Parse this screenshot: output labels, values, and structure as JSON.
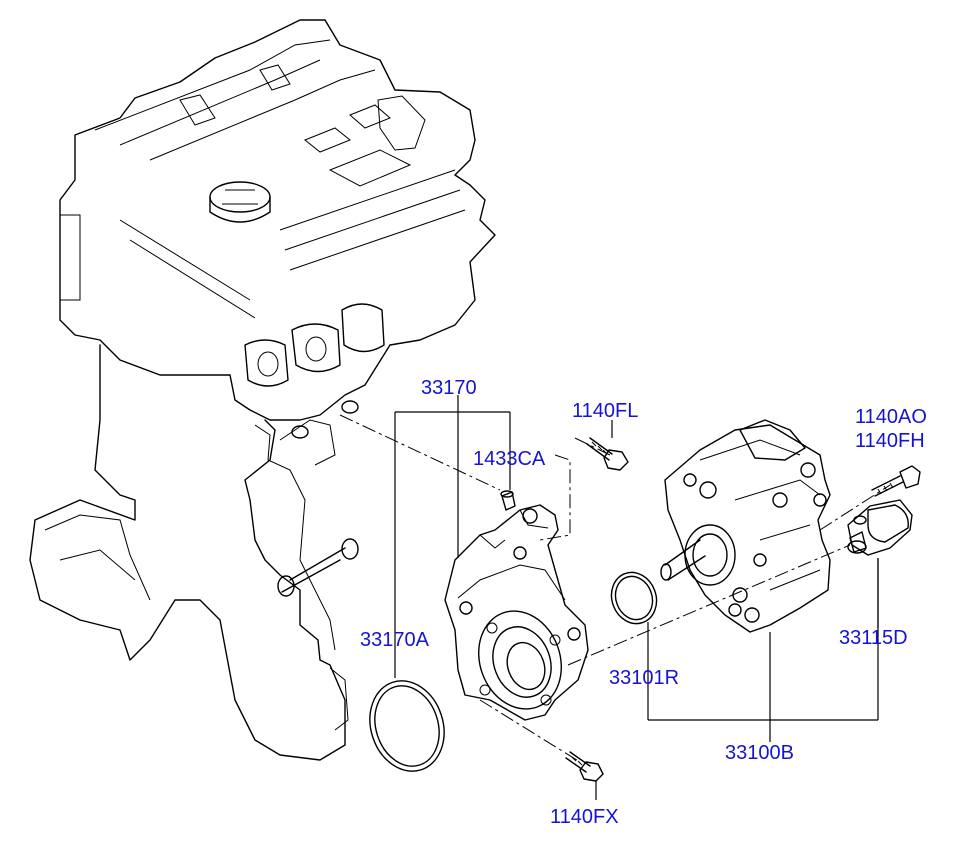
{
  "diagram": {
    "labels": {
      "p33170": "33170",
      "p1140FL": "1140FL",
      "p1433CA": "1433CA",
      "p1140AO": "1140AO",
      "p1140FH": "1140FH",
      "p33170A": "33170A",
      "p33115D": "33115D",
      "p33101R": "33101R",
      "p33100B": "33100B",
      "p1140FX": "1140FX"
    },
    "colors": {
      "label": "#1414d2",
      "line": "#000000",
      "background": "#ffffff"
    }
  }
}
